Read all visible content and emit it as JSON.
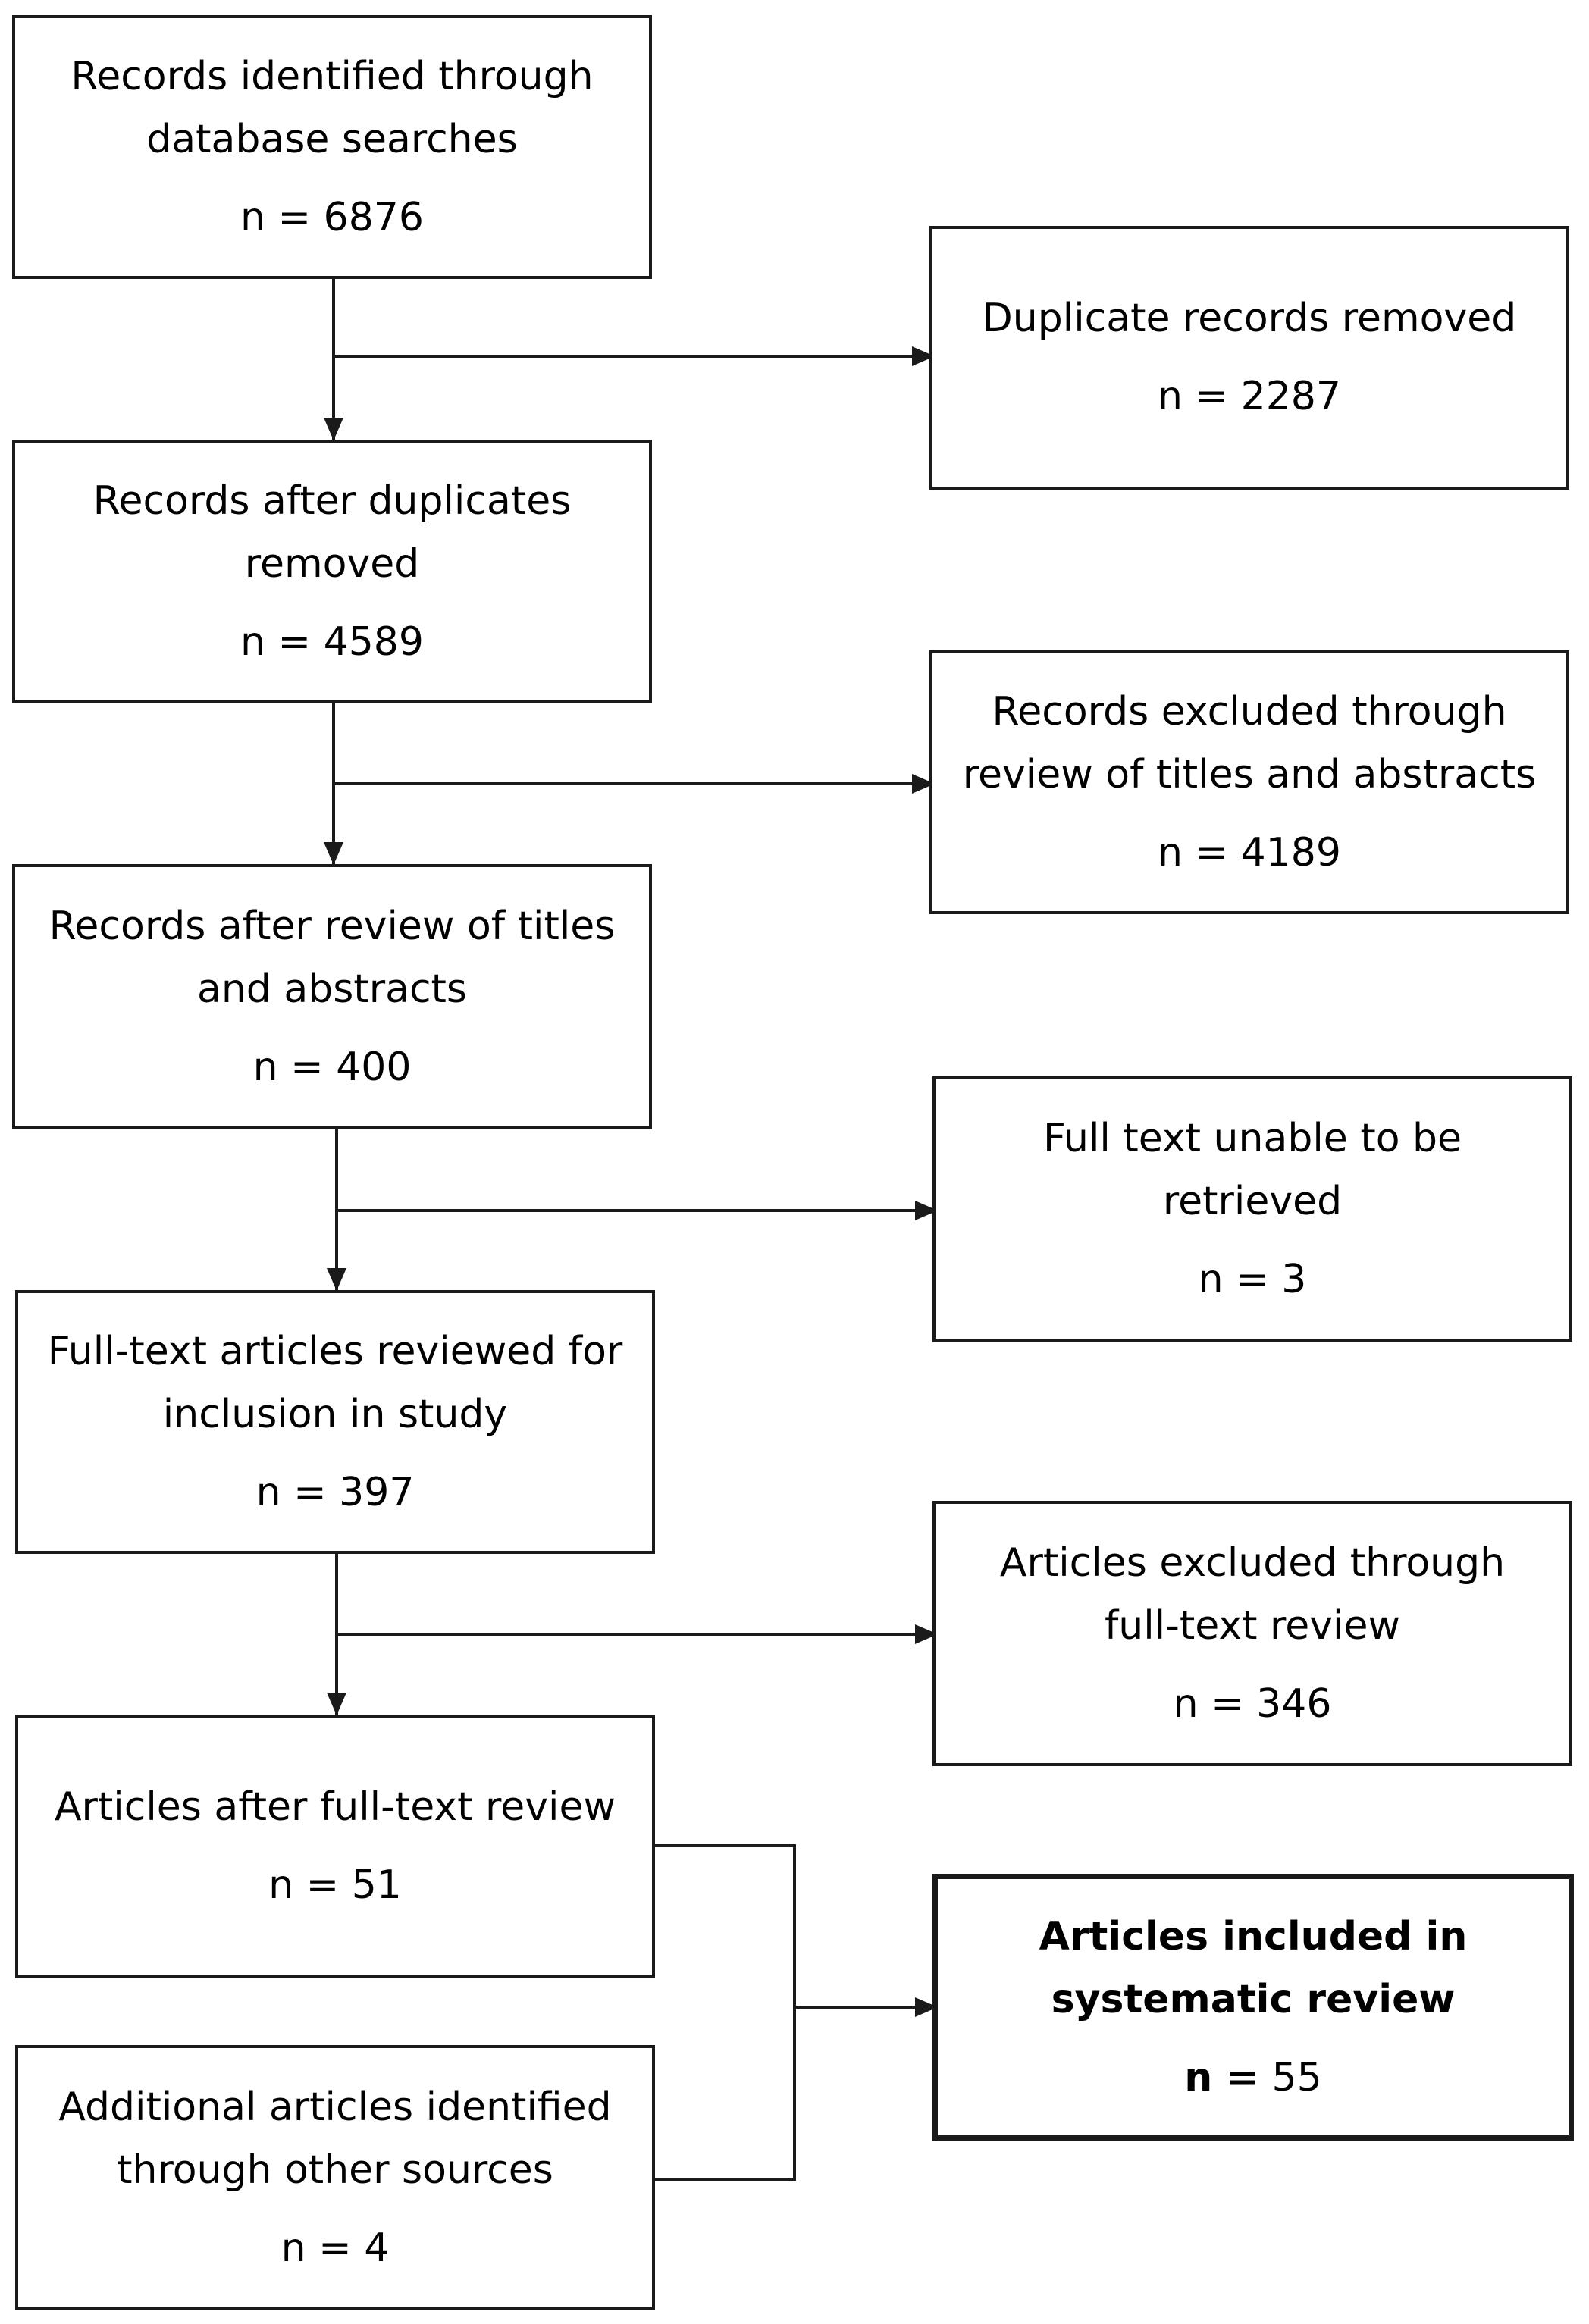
{
  "boxes": {
    "identified": {
      "label": "Records identified through\ndatabase searches",
      "count": "n = 6876"
    },
    "duplicates": {
      "label": "Duplicate records removed",
      "count": "n = 2287"
    },
    "after_dup": {
      "label": "Records after duplicates\nremoved",
      "count": "n = 4589"
    },
    "excluded_ta": {
      "label": "Records excluded through\nreview of titles and abstracts",
      "count": "n = 4189"
    },
    "after_ta": {
      "label": "Records after review of titles\nand abstracts",
      "count": "n = 400"
    },
    "unretrieved": {
      "label": "Full text unable to be\nretrieved",
      "count": "n = 3"
    },
    "fulltext": {
      "label": "Full-text articles reviewed for\ninclusion in study",
      "count": "n = 397"
    },
    "excluded_ft": {
      "label": "Articles excluded through\nfull-text review",
      "count": "n = 346"
    },
    "after_ft": {
      "label": "Articles after full-text review",
      "count": "n = 51"
    },
    "additional": {
      "label": "Additional articles identified\nthrough other sources",
      "count": "n = 4"
    },
    "included": {
      "label": "Articles included in\nsystematic review",
      "count_prefix": "n =",
      "count_value": " 55"
    }
  }
}
